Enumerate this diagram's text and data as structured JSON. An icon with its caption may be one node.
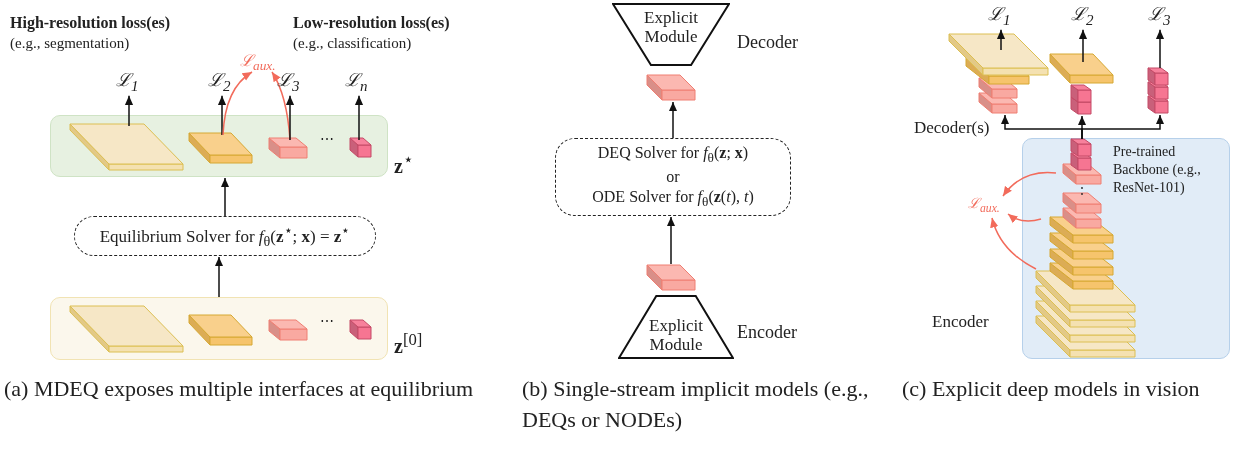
{
  "diagram": {
    "nodes": [
      {
        "text": [
          "ℒ$_{1}$"
        ]
      },
      {
        "text": [
          "ℒ$_{2}$"
        ]
      },
      {
        "text": [
          "ℒ$_{aux.}$"
        ]
      },
      {
        "text": [
          "ℒ$_{3}$"
        ]
      },
      {
        "text": [
          "ℒ$_{n}$"
        ]
      },
      {
        "text": [],
        "shape": "box",
        "beside": [
          "**z**$^{⋆}$"
        ]
      },
      {
        "text": [],
        "shape": "box",
        "in": 5
      },
      {
        "text": [],
        "shape": "box",
        "in": 5
      },
      {
        "text": [],
        "shape": "box",
        "in": 5
      },
      {
        "text": [],
        "shape": "box",
        "in": 5
      },
      {
        "text": [
          "Equilibrium Solver for *f*$_{θ}$(**z**$^{⋆}$; **x**) = **z**$^{⋆}$"
        ]
      },
      {
        "text": [],
        "shape": "box",
        "beside": [
          "**z**$^{[0]}$"
        ]
      },
      {
        "text": [],
        "shape": "box",
        "in": 11
      },
      {
        "text": [],
        "shape": "box",
        "in": 11
      },
      {
        "text": [],
        "shape": "box",
        "in": 11
      },
      {
        "text": [],
        "shape": "box",
        "in": 11
      },
      {
        "text": [
          "Explicit Module"
        ],
        "beside": [
          "Decoder"
        ]
      },
      {
        "text": [],
        "shape": "box"
      },
      {
        "text": [
          "DEQ Solver for *f*$_{θ}$(**z**; **x**)",
          "or",
          "ODE Solver for *f*$_{θ}$(**z**(*t*), *t*)"
        ]
      },
      {
        "text": [],
        "shape": "box"
      },
      {
        "text": [
          "Explicit Module"
        ],
        "beside": [
          "Encoder"
        ]
      },
      {
        "text": [
          "ℒ$_{1}$"
        ]
      },
      {
        "text": [
          "ℒ$_{2}$"
        ]
      },
      {
        "text": [
          "ℒ$_{3}$"
        ]
      },
      {
        "text": [],
        "shape": "box"
      },
      {
        "text": [],
        "shape": "box"
      },
      {
        "text": [],
        "shape": "box"
      },
      {
        "text": [
          "Pre-trained Backbone (e.g., ResNet-101)"
        ]
      },
      {
        "text": [],
        "shape": "box",
        "in": 27
      },
      {
        "text": [
          "ℒ$_{aux.}$"
        ]
      }
    ],
    "edges": [
      {
        "from": 6,
        "to": 0,
        "arrow": "to"
      },
      {
        "from": 7,
        "to": 1,
        "arrow": "to"
      },
      {
        "from": 7,
        "to": 2,
        "arrow": "to",
        "color": "#f26b5b"
      },
      {
        "from": 8,
        "to": 2,
        "arrow": "to",
        "color": "#f26b5b"
      },
      {
        "from": 8,
        "to": 3,
        "arrow": "to"
      },
      {
        "from": 9,
        "to": 4,
        "arrow": "to"
      },
      {
        "from": 10,
        "to": 5,
        "arrow": "to"
      },
      {
        "from": 11,
        "to": 10,
        "arrow": "to"
      },
      {
        "from": 18,
        "to": 17,
        "arrow": "to"
      },
      {
        "from": 19,
        "to": 18,
        "arrow": "to"
      },
      {
        "from": 28,
        "to": 24,
        "arrow": "to"
      },
      {
        "from": 28,
        "to": 25,
        "arrow": "to"
      },
      {
        "from": 28,
        "to": 26,
        "arrow": "to"
      },
      {
        "from": 24,
        "to": 21,
        "arrow": "to"
      },
      {
        "from": 25,
        "to": 22,
        "arrow": "to"
      },
      {
        "from": 26,
        "to": 23,
        "arrow": "to"
      },
      {
        "from": 28,
        "to": 29,
        "arrow": "to",
        "color": "#f26b5b"
      },
      {
        "from": 28,
        "to": 29,
        "arrow": "to",
        "color": "#f26b5b"
      },
      {
        "from": 28,
        "to": 29,
        "arrow": "to",
        "color": "#f26b5b"
      }
    ],
    "labels": [
      "High-resolution loss(es)",
      "(e.g., segmentation)",
      "Low-resolution loss(es)",
      "(e.g., classification)",
      "⋯",
      "⋯",
      "Decoder(s)",
      "Encoder",
      "(a) MDEQ exposes multiple interfaces at equilibrium",
      "(b) Single-stream implicit models (e.g., DEQs or NODEs)",
      "(c) Explicit deep models in vision"
    ]
  }
}
